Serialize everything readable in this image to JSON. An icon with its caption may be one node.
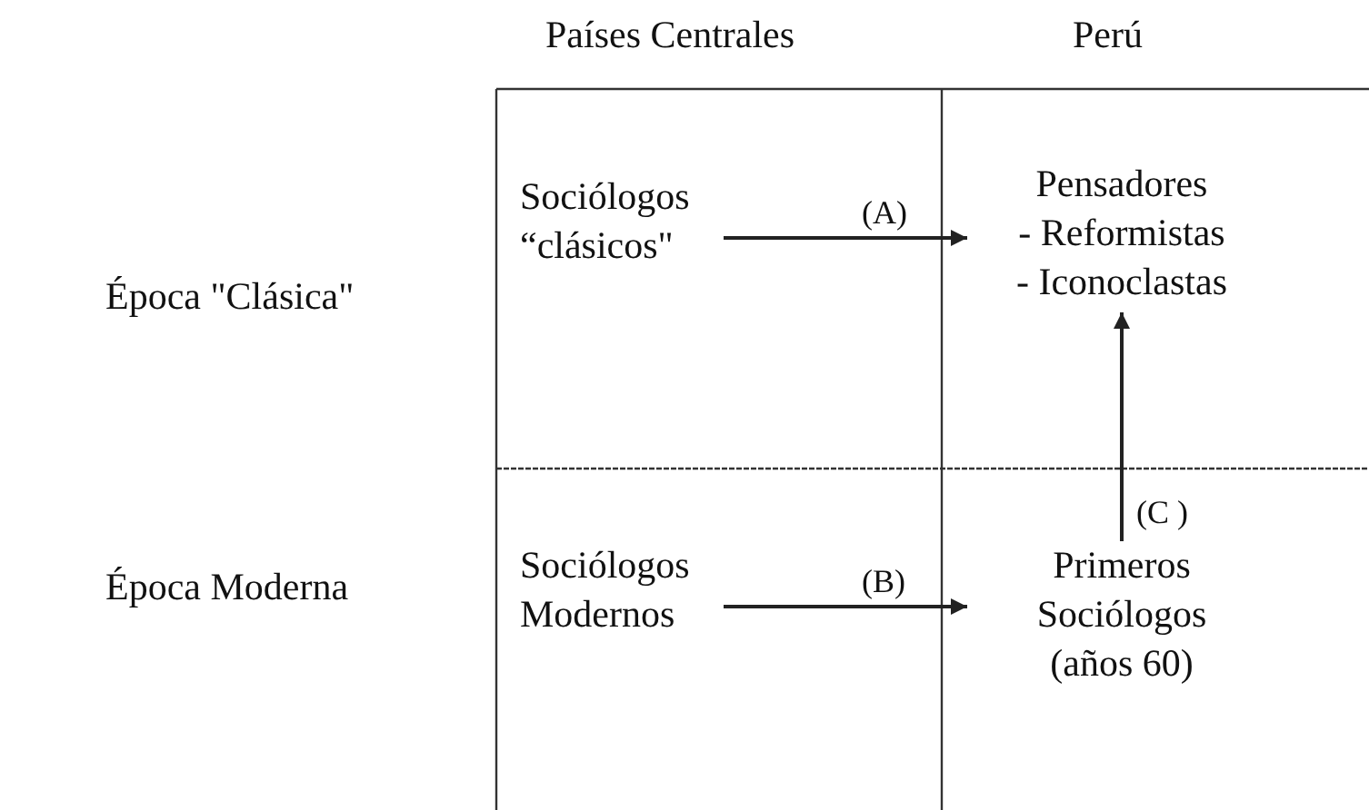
{
  "diagram": {
    "nodes": [
      {
        "text": [
          "Sociólogos “clásicos\""
        ]
      },
      {
        "text": [
          "Pensadores",
          "- Reformistas",
          "- Iconoclastas"
        ]
      },
      {
        "text": [
          "Sociólogos Modernos"
        ]
      },
      {
        "text": [
          "Primeros Sociólogos (años 60)"
        ]
      }
    ],
    "edges": [
      {
        "from": 0,
        "to": 1,
        "arrow": "to",
        "label": "(A)"
      },
      {
        "from": 2,
        "to": 3,
        "arrow": "to",
        "label": "(B)"
      },
      {
        "from": 3,
        "to": 1,
        "arrow": "to",
        "label": "(C )"
      }
    ],
    "labels": [
      "Países Centrales",
      "Perú",
      "Época \"Clásica\"",
      "Época Moderna"
    ]
  }
}
